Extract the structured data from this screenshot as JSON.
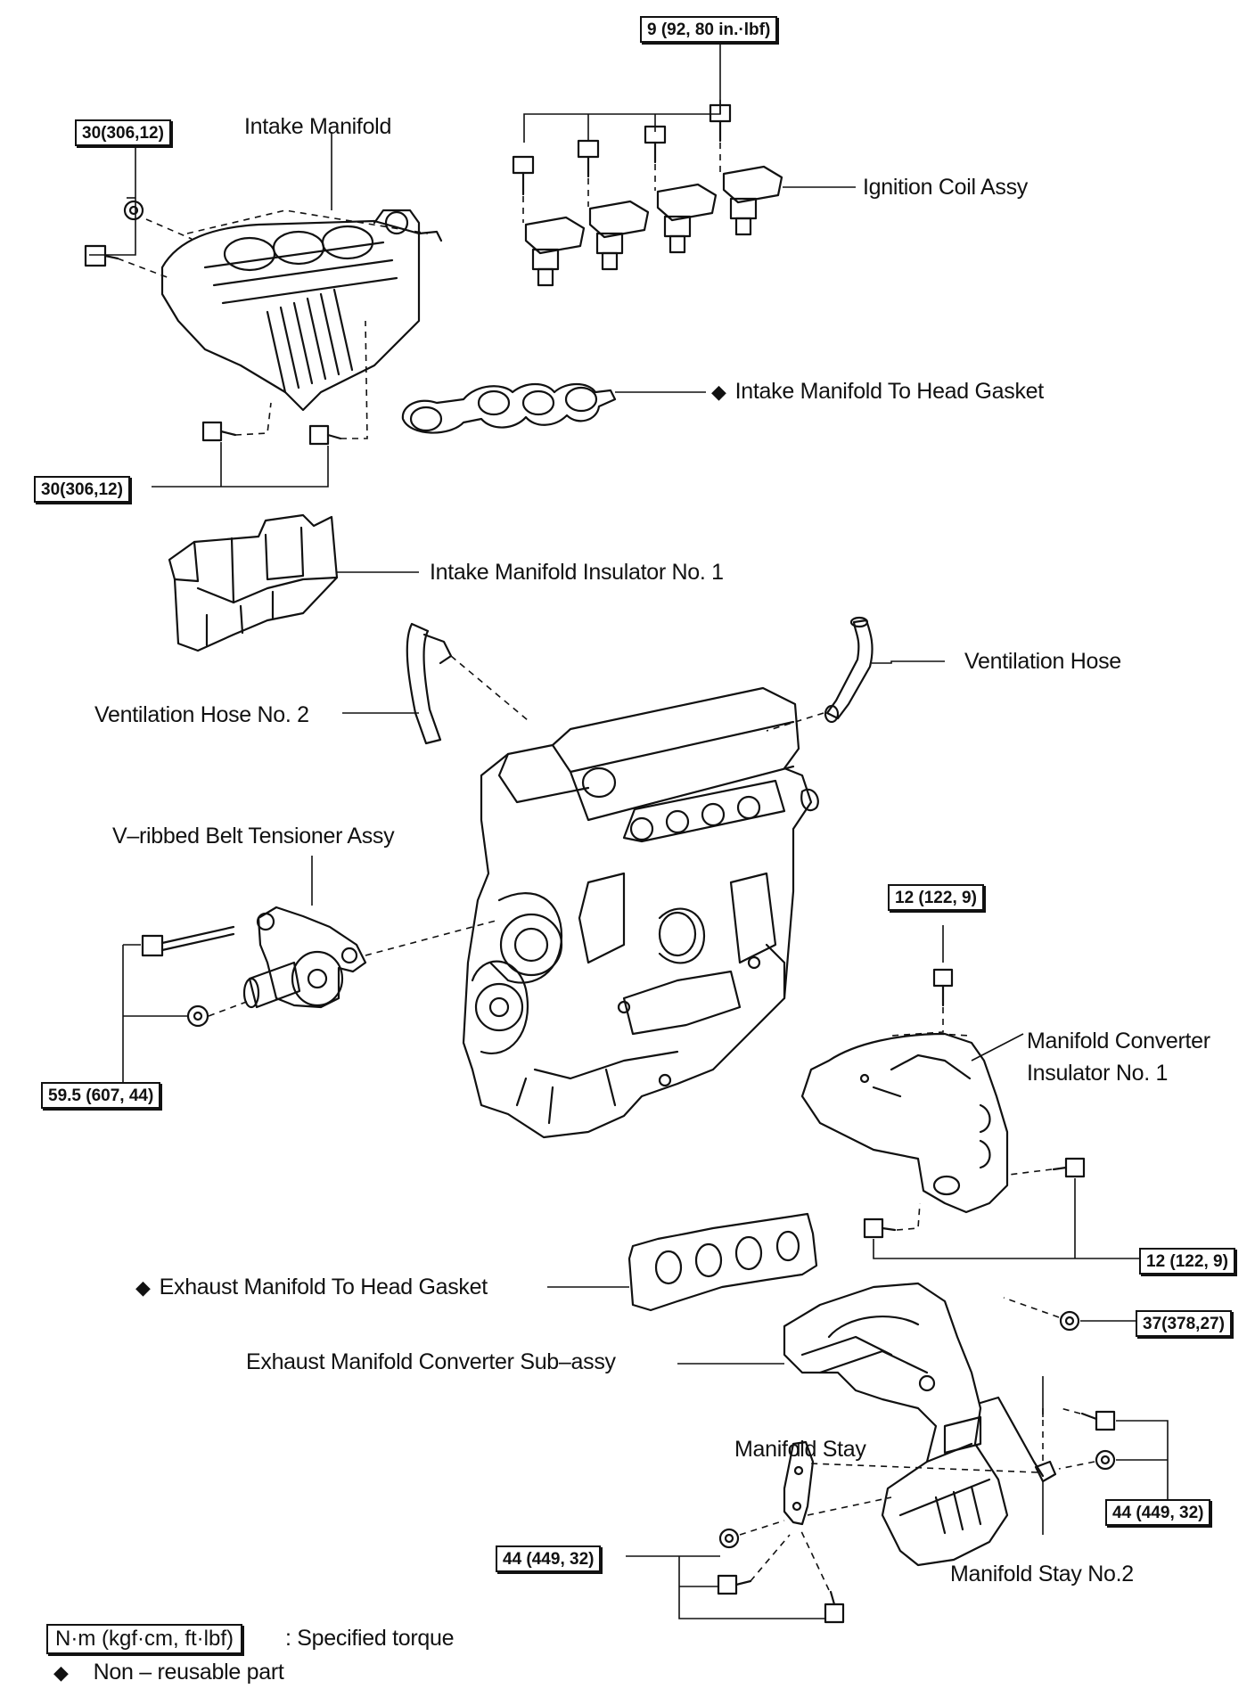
{
  "labels": {
    "intake_manifold": "Intake Manifold",
    "ignition_coil_assy": "Ignition Coil Assy",
    "intake_gasket": "Intake Manifold To Head Gasket",
    "intake_insulator": "Intake Manifold Insulator No. 1",
    "ventilation_hose": "Ventilation Hose",
    "ventilation_hose_no2": "Ventilation Hose No. 2",
    "belt_tensioner": "V–ribbed Belt Tensioner Assy",
    "converter_insulator_line1": "Manifold Converter",
    "converter_insulator_line2": "Insulator No. 1",
    "exhaust_gasket": "Exhaust Manifold To Head Gasket",
    "exhaust_converter": "Exhaust Manifold Converter Sub–assy",
    "manifold_stay": "Manifold Stay",
    "manifold_stay_no2": "Manifold Stay No.2"
  },
  "torques": {
    "ignition_coil": "9 (92, 80 in.·lbf)",
    "intake_upper": "30(306,12)",
    "intake_lower": "30(306,12)",
    "tensioner": "59.5 (607, 44)",
    "insulator_top": "12 (122, 9)",
    "insulator_side": "12 (122, 9)",
    "exhaust_nut": "37(378,27)",
    "stay_right": "44 (449, 32)",
    "stay_left": "44 (449, 32)"
  },
  "legend": {
    "torque_unit": "N·m (kgf·cm, ft·lbf)",
    "torque_text": ": Specified torque",
    "nonreusable_symbol": "◆",
    "nonreusable_text": "Non – reusable part"
  }
}
